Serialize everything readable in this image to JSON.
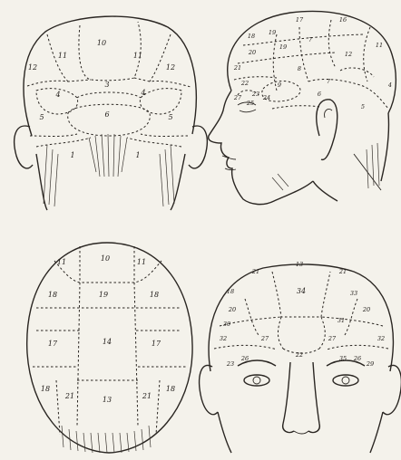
{
  "views": [
    {
      "name": "back",
      "labels": [
        "10",
        "11",
        "11",
        "12",
        "12",
        "3",
        "4",
        "4",
        "5",
        "5",
        "6",
        "1",
        "1"
      ]
    },
    {
      "name": "side",
      "labels": [
        "18",
        "17",
        "16",
        "11",
        "19",
        "20",
        "19",
        "7",
        "12",
        "21",
        "8",
        "9",
        "7",
        "22",
        "23",
        "24",
        "27",
        "25",
        "4",
        "5",
        "6"
      ]
    },
    {
      "name": "top",
      "labels": [
        "11",
        "10",
        "11",
        "18",
        "19",
        "18",
        "17",
        "14",
        "17",
        "18",
        "21",
        "13",
        "21",
        "18"
      ]
    },
    {
      "name": "front",
      "labels": [
        "21",
        "13",
        "21",
        "18",
        "34",
        "33",
        "20",
        "20",
        "30",
        "31",
        "32",
        "27",
        "27",
        "32",
        "26",
        "22",
        "35",
        "26",
        "23",
        "29"
      ]
    }
  ]
}
